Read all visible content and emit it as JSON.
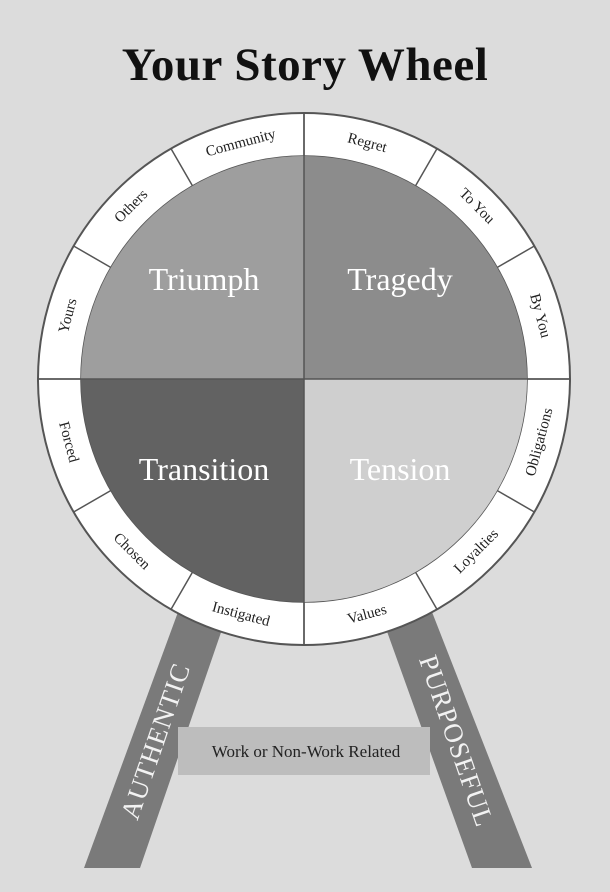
{
  "title": "Your Story Wheel",
  "quadrants": [
    {
      "key": "triumph",
      "label": "Triumph",
      "color": "#9e9e9e",
      "text_color": "#ffffff"
    },
    {
      "key": "tragedy",
      "label": "Tragedy",
      "color": "#8c8c8c",
      "text_color": "#ffffff"
    },
    {
      "key": "tension",
      "label": "Tension",
      "color": "#cfcfcf",
      "text_color": "#ffffff"
    },
    {
      "key": "transition",
      "label": "Transition",
      "color": "#626262",
      "text_color": "#ffffff"
    }
  ],
  "ring_labels": [
    "Community",
    "Regret",
    "To You",
    "By You",
    "Obligations",
    "Loyalties",
    "Values",
    "Instigated",
    "Chosen",
    "Forced",
    "Yours",
    "Others"
  ],
  "legs": {
    "left": "AUTHENTIC",
    "right": "PURPOSEFUL",
    "color": "#7a7a7a"
  },
  "crossbar": {
    "label": "Work or Non-Work Related",
    "color": "#bdbdbd"
  },
  "colors": {
    "background": "#dcdcdc",
    "ring": "#ffffff",
    "ring_stroke": "#555555"
  }
}
